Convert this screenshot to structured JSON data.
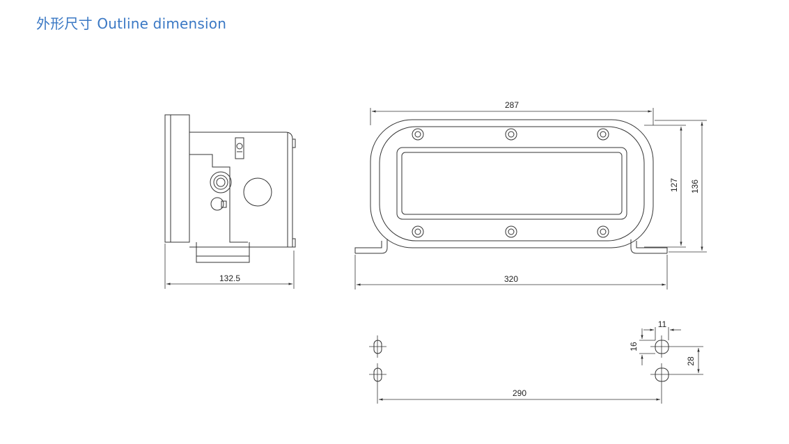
{
  "header": {
    "title": "外形尺寸 Outline dimension"
  },
  "colors": {
    "title": "#3a78c4",
    "line": "#333333"
  },
  "side_view": {
    "depth": "132.5"
  },
  "front_view": {
    "width_top": "287",
    "width_base": "320",
    "height_inner": "127",
    "height_total": "136"
  },
  "mounting_view": {
    "hole_spacing": "290",
    "hole_width": "11",
    "hole_length": "16",
    "hole_offset": "28"
  }
}
